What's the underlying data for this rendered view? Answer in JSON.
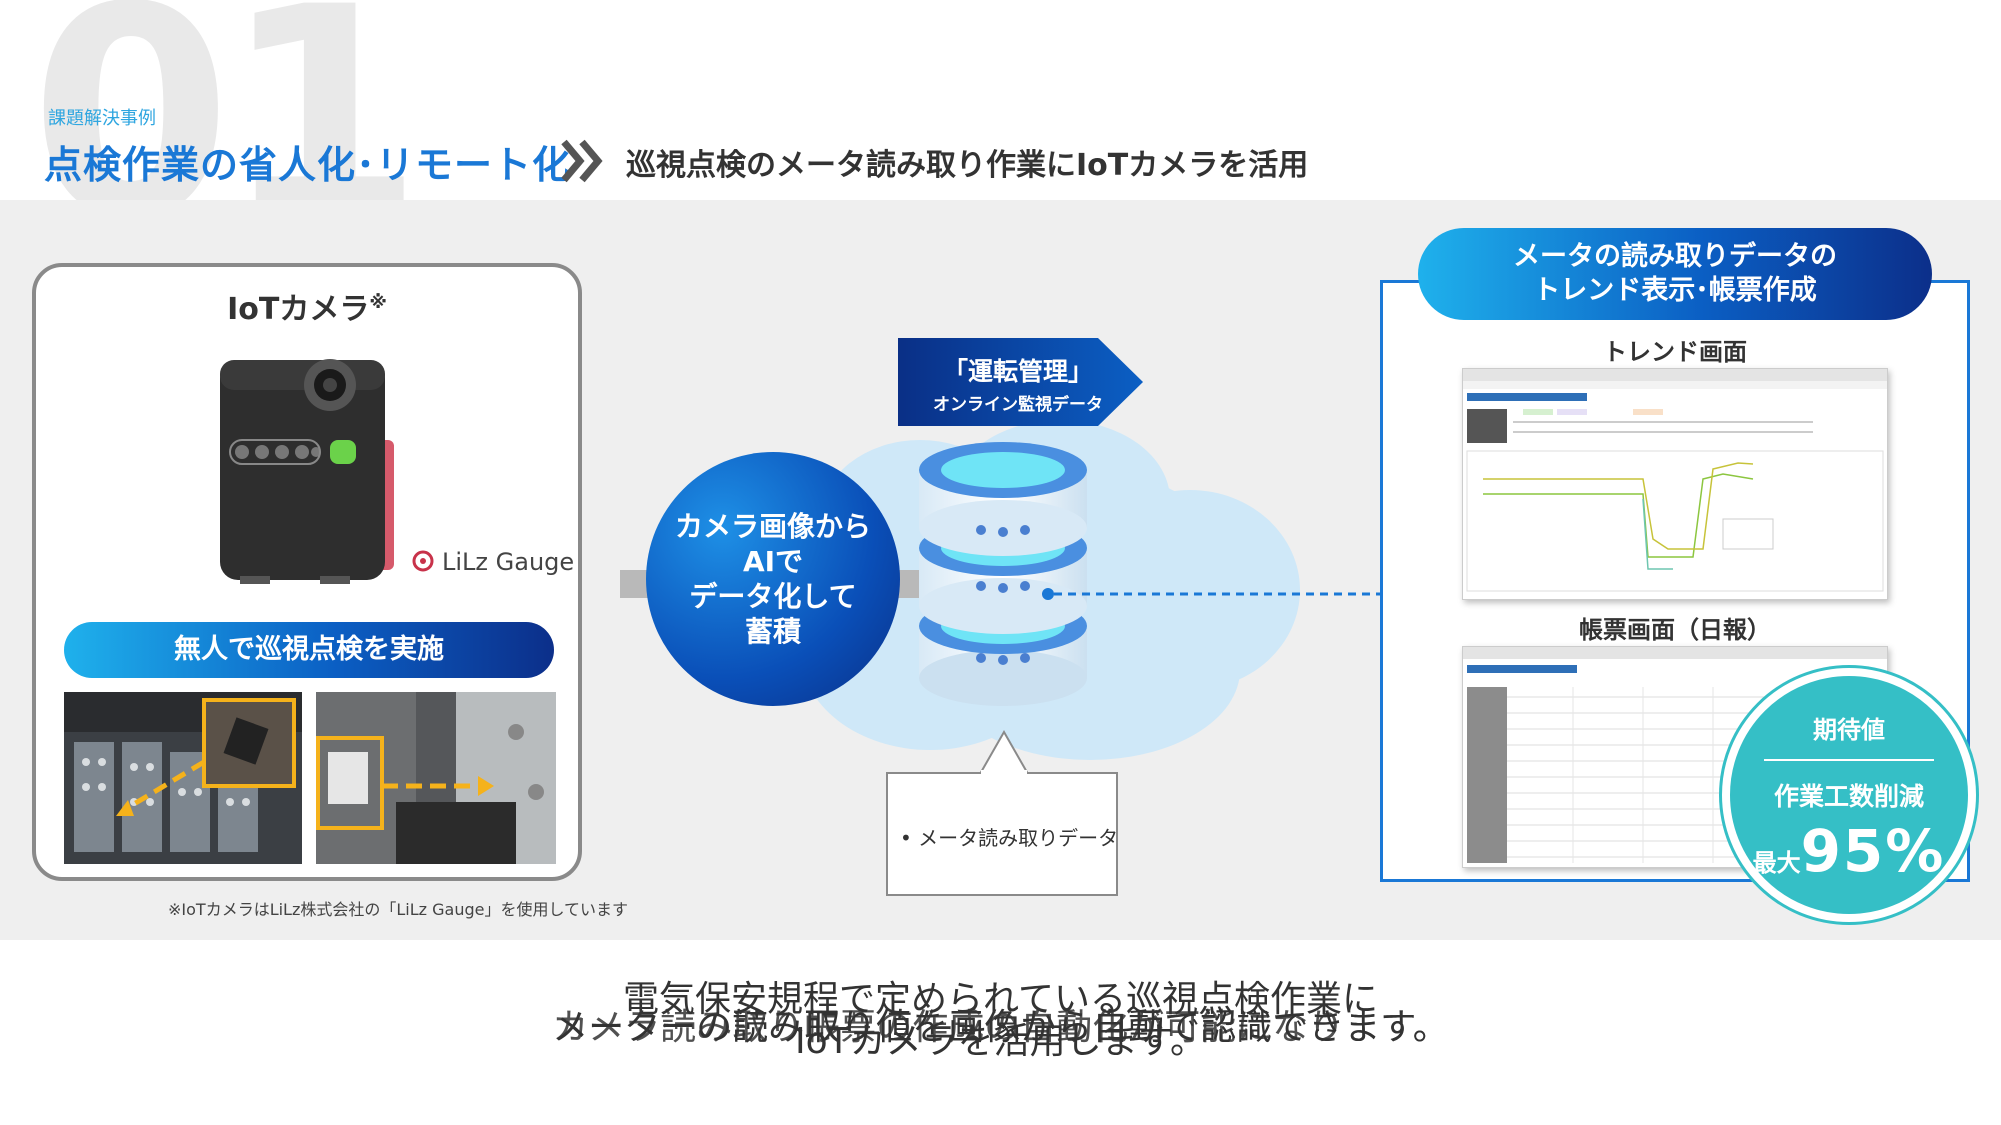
{
  "header": {
    "number": "01",
    "kicker": "課題解決事例",
    "title": "点検作業の省人化･リモート化",
    "subtitle": "巡視点検のメータ読み取り作業にIoTカメラを活用"
  },
  "camera_panel": {
    "title": "IoTカメラ",
    "title_mark": "※",
    "brand": "LiLz Gauge",
    "action_label": "無人で巡視点検を実施",
    "footnote": "※IoTカメラはLiLz株式会社の「LiLz Gauge」を使用しています"
  },
  "process": {
    "circle_lines": [
      "カメラ画像から",
      "AIで",
      "データ化して",
      "蓄積"
    ],
    "banner_line1": "「運転管理」",
    "banner_line2": "オンライン監視データ",
    "bubble_item": "• メータ読み取りデータ"
  },
  "output_panel": {
    "title_line1": "メータの読み取りデータの",
    "title_line2": "トレンド表示･帳票作成",
    "trend_label": "トレンド画面",
    "report_label": "帳票画面（日報）"
  },
  "badge": {
    "label": "期待値",
    "metric": "作業工数削減",
    "prefix": "最大",
    "value": "95%"
  },
  "caption": {
    "line1": "電気保安規程で定められている巡視点検作業に",
    "line2": "メーターの読み取り値を画像から自動で認識できます。",
    "line2b": "カメラ読み取り帳票の作成の自動化が可能になります。",
    "line3": "IoTカメラを活用します。"
  },
  "colors": {
    "accent": "#1a78d6",
    "badge": "#35bfc6",
    "cloud": "#cfe8f8"
  }
}
